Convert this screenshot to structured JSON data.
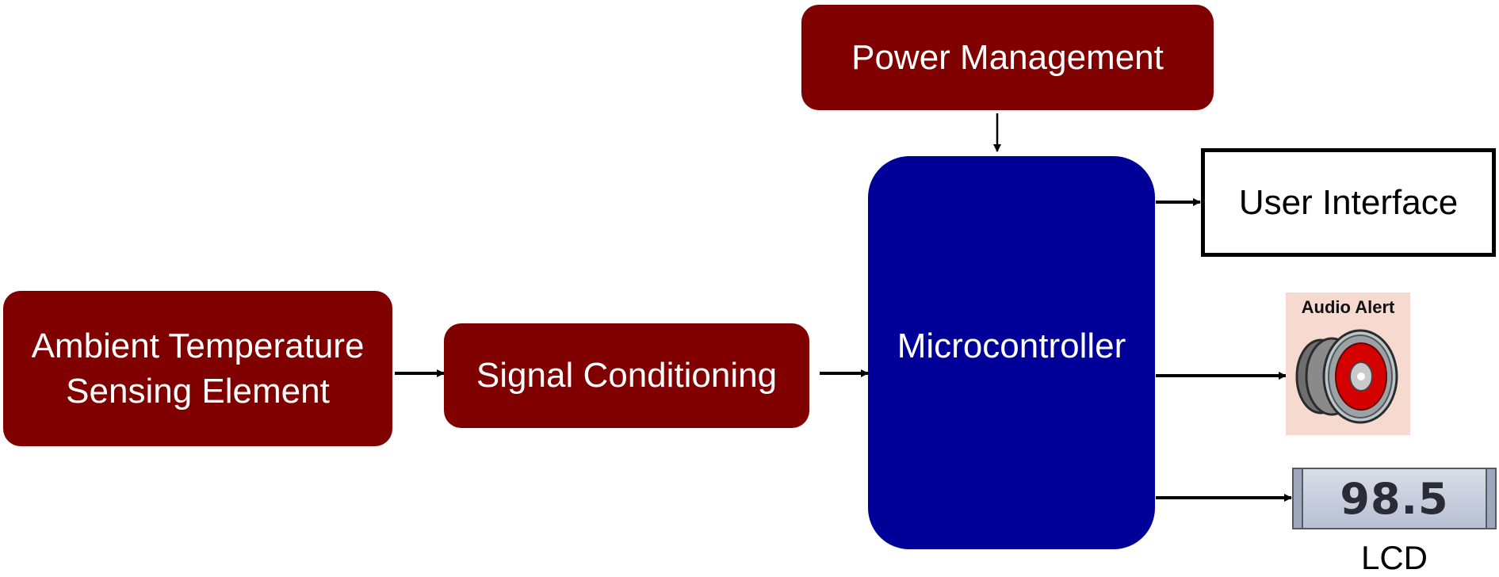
{
  "blocks": {
    "ambient": {
      "line1": "Ambient Temperature",
      "line2": "Sensing Element"
    },
    "signal": "Signal Conditioning",
    "power": "Power Management",
    "micro": "Microcontroller",
    "ui": "User Interface"
  },
  "outputs": {
    "audio_title": "Audio Alert",
    "lcd_value": "98.5",
    "lcd_caption": "LCD"
  },
  "colors": {
    "maroon": "#800000",
    "blue": "#000099",
    "speaker_red": "#e00000"
  },
  "icons": [
    "speaker-icon",
    "lcd-display-icon"
  ]
}
